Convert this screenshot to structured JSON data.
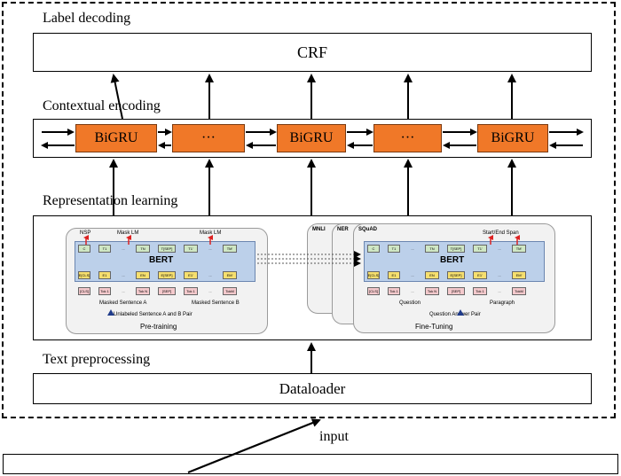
{
  "sections": {
    "label_decoding": "Label decoding",
    "contextual_encoding": "Contextual encoding",
    "representation_learning": "Representation learning",
    "text_preprocessing": "Text preprocessing",
    "input": "input"
  },
  "crf_label": "CRF",
  "dataloader_label": "Dataloader",
  "bigru_cells": [
    "BiGRU",
    "···",
    "BiGRU",
    "···",
    "BiGRU"
  ],
  "bert": {
    "model_label": "BERT",
    "pretraining": {
      "caption": "Pre-training",
      "task_labels": [
        "NSP",
        "Mask LM",
        "Mask LM"
      ],
      "top_tokens": [
        "C",
        "T1",
        "...",
        "TN",
        "T[SEP]",
        "T1'",
        "...",
        "TM'"
      ],
      "emb_tokens": [
        "E[CLS]",
        "E1",
        "...",
        "EN",
        "E[SEP]",
        "E1'",
        "...",
        "EM'"
      ],
      "input_tokens": [
        "[CLS]",
        "Tok 1",
        "...",
        "Tok N",
        "[SEP]",
        "Tok 1",
        "...",
        "TokM"
      ],
      "sentence_a": "Masked Sentence A",
      "sentence_b": "Masked Sentence B",
      "pair_label": "Unlabeled Sentence A and B Pair"
    },
    "finetuning": {
      "caption": "Fine-Tuning",
      "task_tabs": [
        "MNLI",
        "NER",
        "SQuAD"
      ],
      "span_label": "Start/End Span",
      "top_tokens": [
        "C",
        "T1",
        "...",
        "TN",
        "T[SEP]",
        "T1'",
        "...",
        "TM'"
      ],
      "emb_tokens": [
        "E[CLS]",
        "E1",
        "...",
        "EN",
        "E[SEP]",
        "E1'",
        "...",
        "EM'"
      ],
      "input_tokens": [
        "[CLS]",
        "Tok 1",
        "...",
        "Tok N",
        "[SEP]",
        "Tok 1",
        "...",
        "TokM"
      ],
      "question_label": "Question",
      "paragraph_label": "Paragraph",
      "pair_label": "Question Answer Pair"
    }
  }
}
